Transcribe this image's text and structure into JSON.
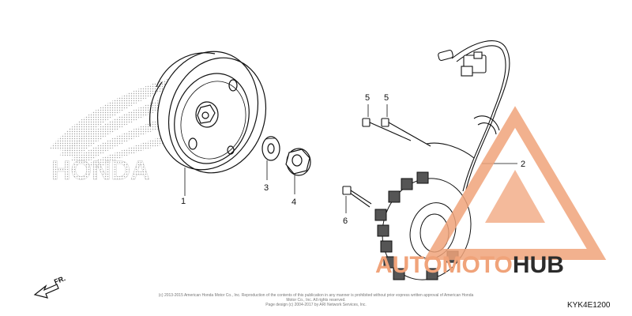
{
  "diagram": {
    "callouts": {
      "c1": "1",
      "c2": "2",
      "c3": "3",
      "c4": "4",
      "c5a": "5",
      "c5b": "5",
      "c6": "6"
    },
    "direction_label": "FR.",
    "copyright_line1": "(c) 2013-2015 American Honda Motor Co., Inc. Reproduction of the contents of this publication in any manner is prohibited without prior express written approval of American Honda Motor Co., Inc. All rights reserved.",
    "copyright_line2": "Page design (c) 2004-2017 by ARI Network Services, Inc.",
    "diagram_code": "KYK4E1200",
    "background_logo_text": "HONDA",
    "watermark": {
      "part1": "AUTO",
      "part2": "MOTO",
      "part3": "HUB",
      "color_primary": "#f0a37a",
      "color_secondary": "#2b2b2b"
    }
  }
}
